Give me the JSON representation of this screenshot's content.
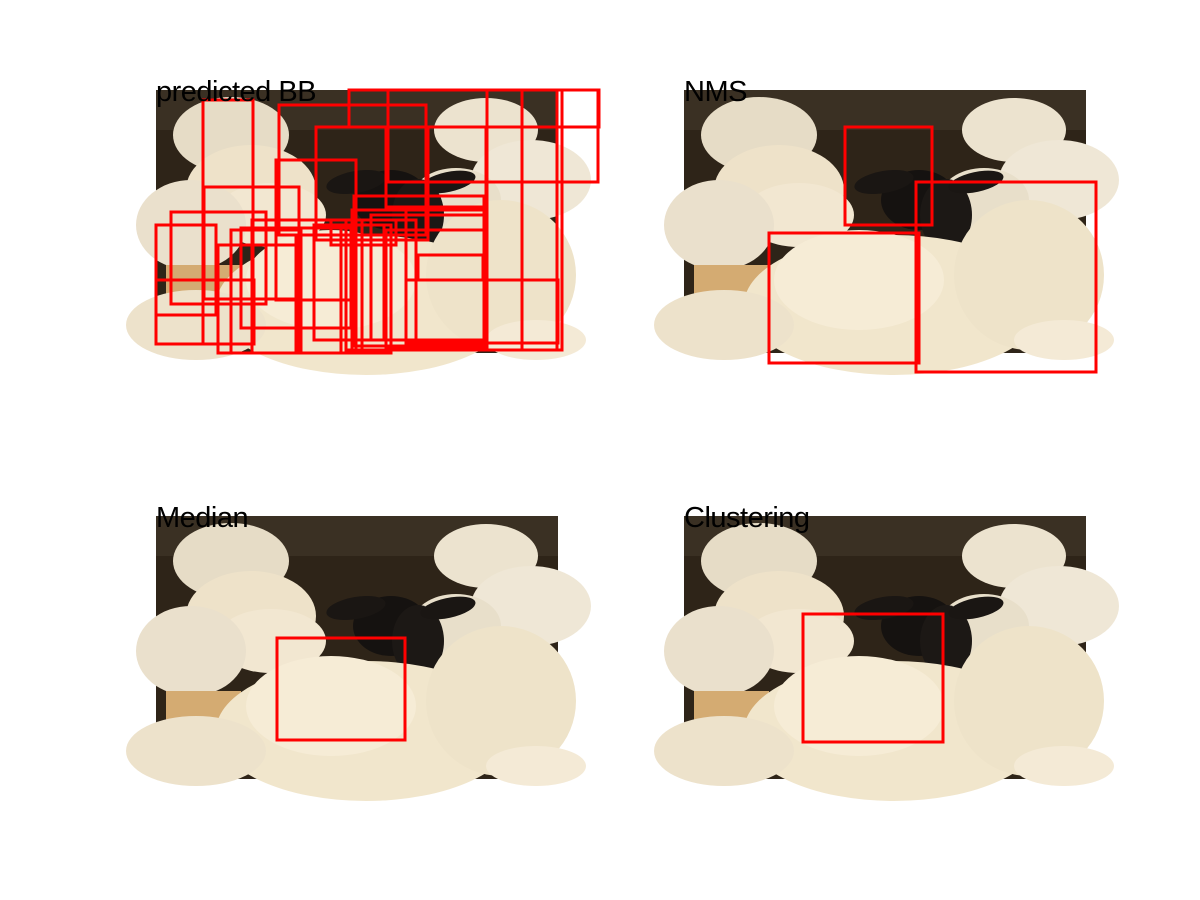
{
  "panels": [
    {
      "id": "predicted",
      "title": "predicted BB"
    },
    {
      "id": "nms",
      "title": "NMS"
    },
    {
      "id": "median",
      "title": "Median"
    },
    {
      "id": "clustering",
      "title": "Clustering"
    }
  ],
  "colors": {
    "box": "#ff0000",
    "background": "#ffffff"
  },
  "icons": {
    "photo": "sheep-flock-photo"
  }
}
